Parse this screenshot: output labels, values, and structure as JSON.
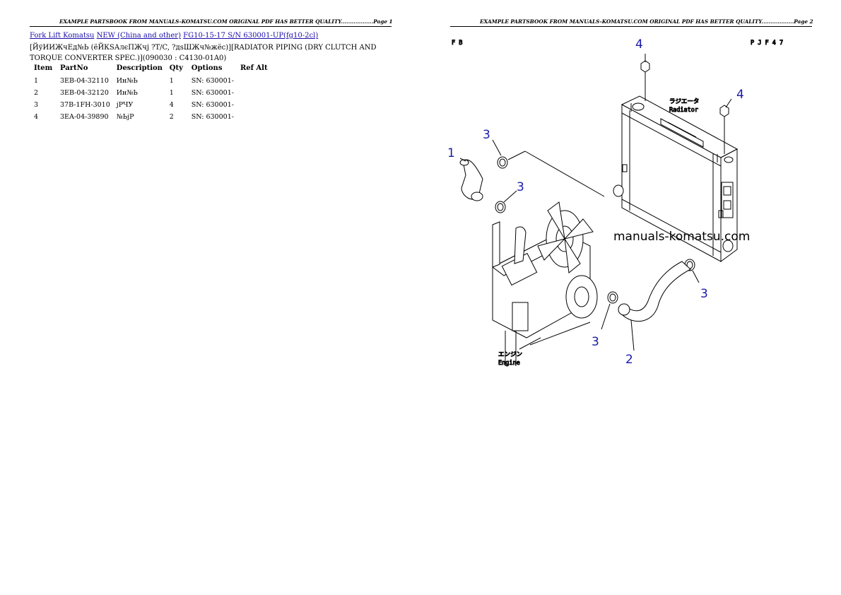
{
  "page1": {
    "header": "EXAMPLE PARTSBOOK FROM MANUALS-KOMATSU.COM ORIGINAL PDF HAS BETTER QUALITY..................Page 1",
    "breadcrumbs": [
      "Fork Lift Komatsu",
      "NEW (China and other)",
      "FG10-15-17 S/N 630001-UP(fg10-2cl)"
    ],
    "title_line1": "[ЙўИИЖчЕд№Ь (ёЙКSАлєПЖчј ?T/C, ?дsШЖч№жёс)][RADIATOR PIPING (DRY CLUTCH AND",
    "title_line2": "TORQUE CONVERTER SPEC.)](090030 : C4130-01A0)",
    "columns": [
      "Item",
      "PartNo",
      "Description",
      "Qty",
      "Options",
      "Ref Alt"
    ],
    "rows": [
      [
        "1",
        "3EB-04-32110",
        "Ин№Ь",
        "1",
        "SN: 630001-",
        ""
      ],
      [
        "2",
        "3EB-04-32120",
        "Ин№Ь",
        "1",
        "SN: 630001-",
        ""
      ],
      [
        "3",
        "37B-1FH-3010",
        "јРЧУ",
        "4",
        "SN: 630001-",
        ""
      ],
      [
        "4",
        "3EA-04-39890",
        "№ЬјР",
        "2",
        "SN: 630001-",
        ""
      ]
    ]
  },
  "page2": {
    "header": "EXAMPLE PARTSBOOK FROM MANUALS-KOMATSU.COM ORIGINAL PDF HAS BETTER QUALITY..................Page 2",
    "corner_left": "F B",
    "corner_right": "P J F 4 7",
    "radiator_jp": "ラジエータ",
    "radiator_en": "Radiator",
    "engine_jp": "エンジン",
    "engine_en": "Engine",
    "watermark": "manuals-komatsu.com",
    "callouts": [
      "1",
      "2",
      "3",
      "3",
      "3",
      "3",
      "4",
      "4"
    ]
  }
}
